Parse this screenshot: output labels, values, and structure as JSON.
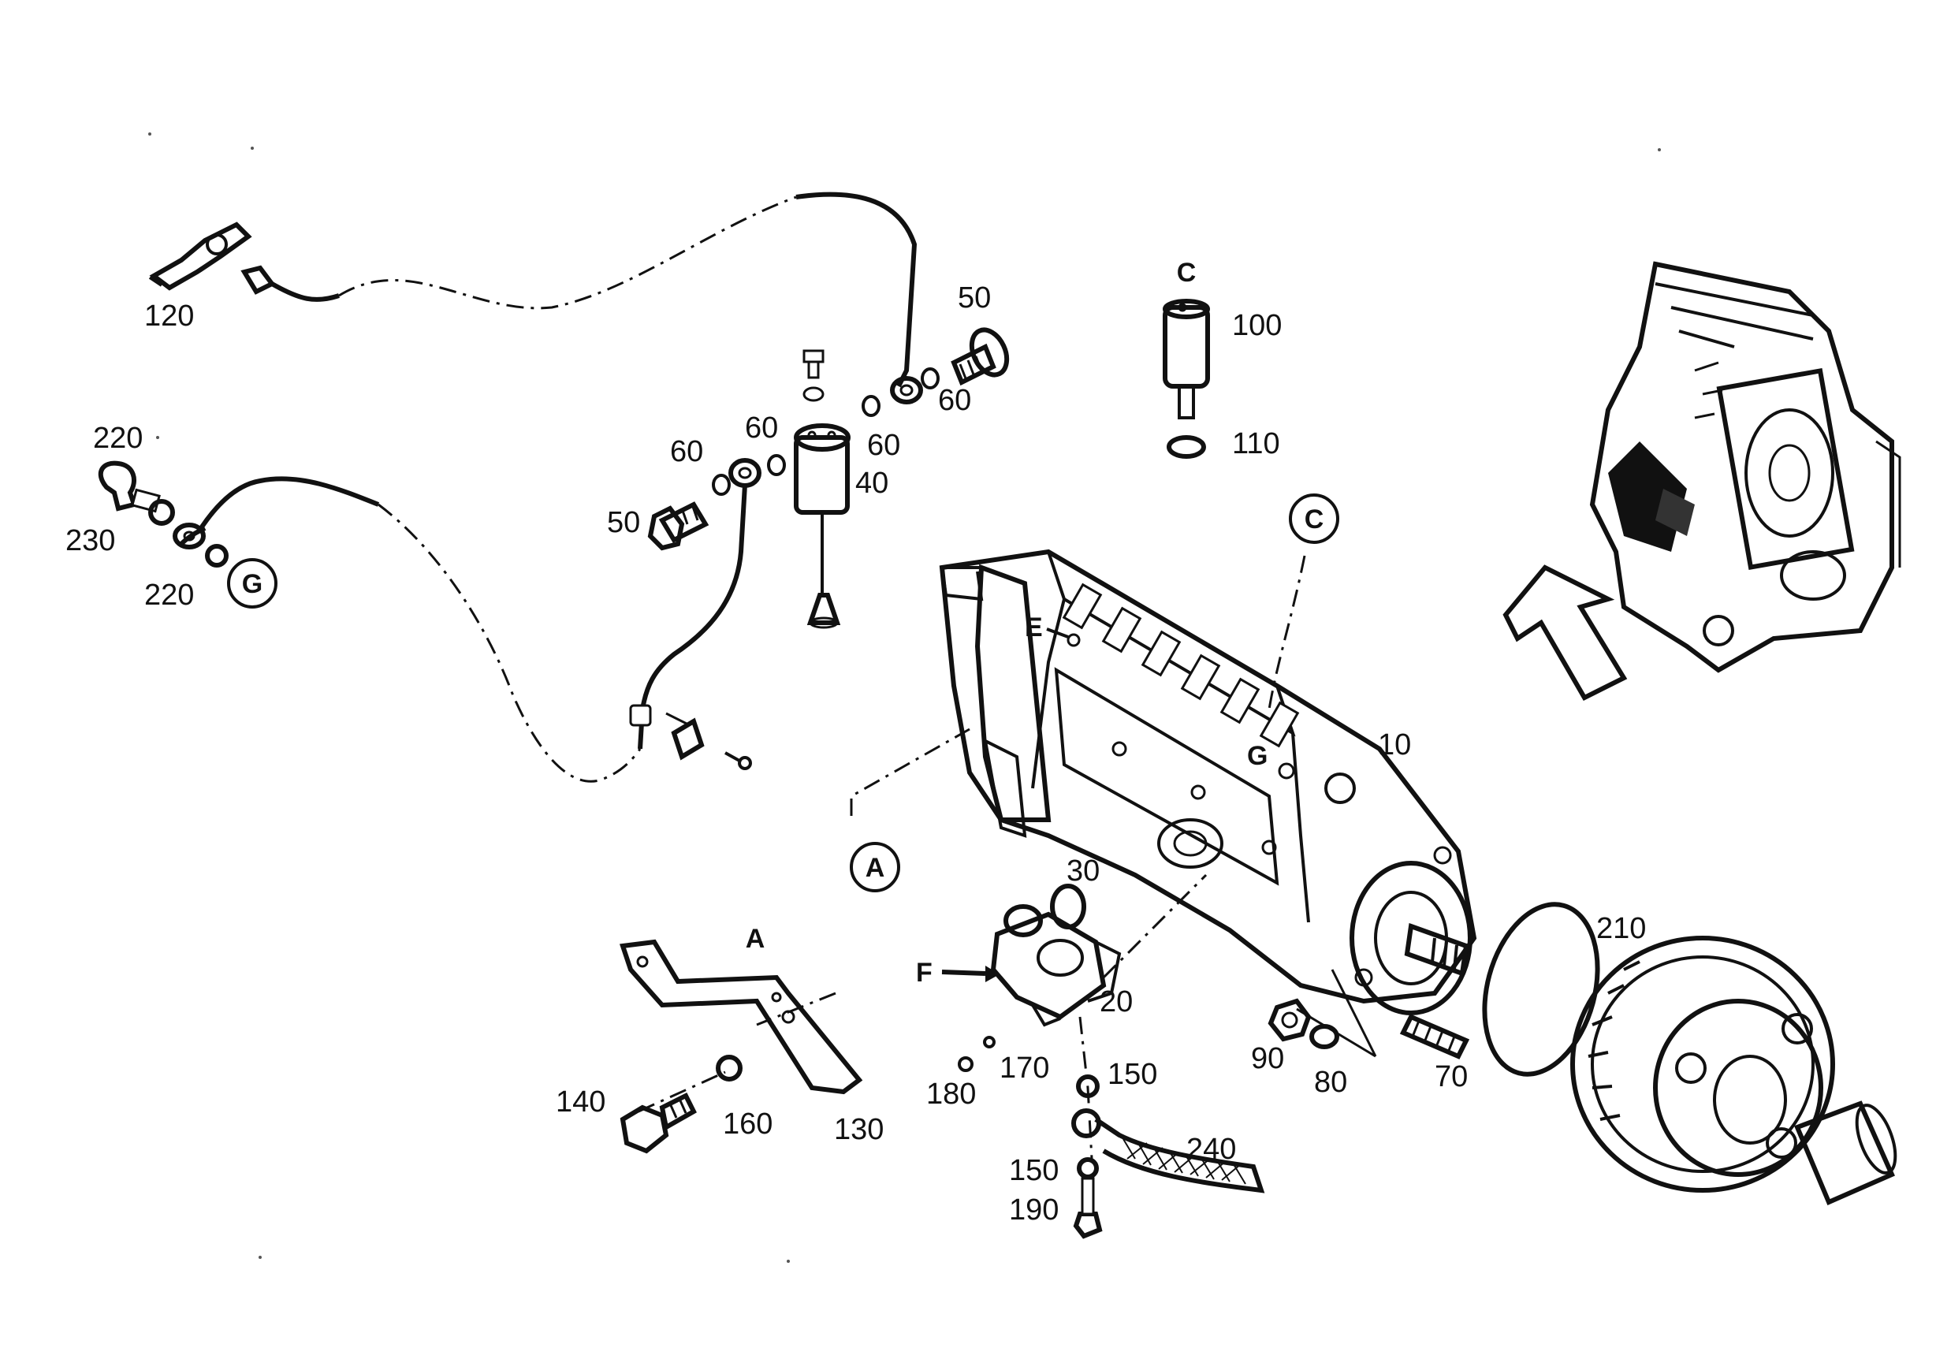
{
  "callouts": {
    "p10": "10",
    "p20": "20",
    "p30": "30",
    "p40": "40",
    "p50a": "50",
    "p50b": "50",
    "p60a": "60",
    "p60b": "60",
    "p60c": "60",
    "p60d": "60",
    "p70": "70",
    "p80": "80",
    "p90": "90",
    "p100": "100",
    "p110": "110",
    "p120": "120",
    "p130": "130",
    "p140": "140",
    "p150a": "150",
    "p150b": "150",
    "p160": "160",
    "p170": "170",
    "p180": "180",
    "p190": "190",
    "p210": "210",
    "p220a": "220",
    "p220b": "220",
    "p230": "230",
    "p240": "240"
  },
  "refs": {
    "circle_g": "G",
    "circle_c": "C",
    "circle_a": "A",
    "detail_c": "C",
    "detail_a": "A",
    "marker_e": "E",
    "marker_g": "G",
    "marker_f": "F"
  }
}
